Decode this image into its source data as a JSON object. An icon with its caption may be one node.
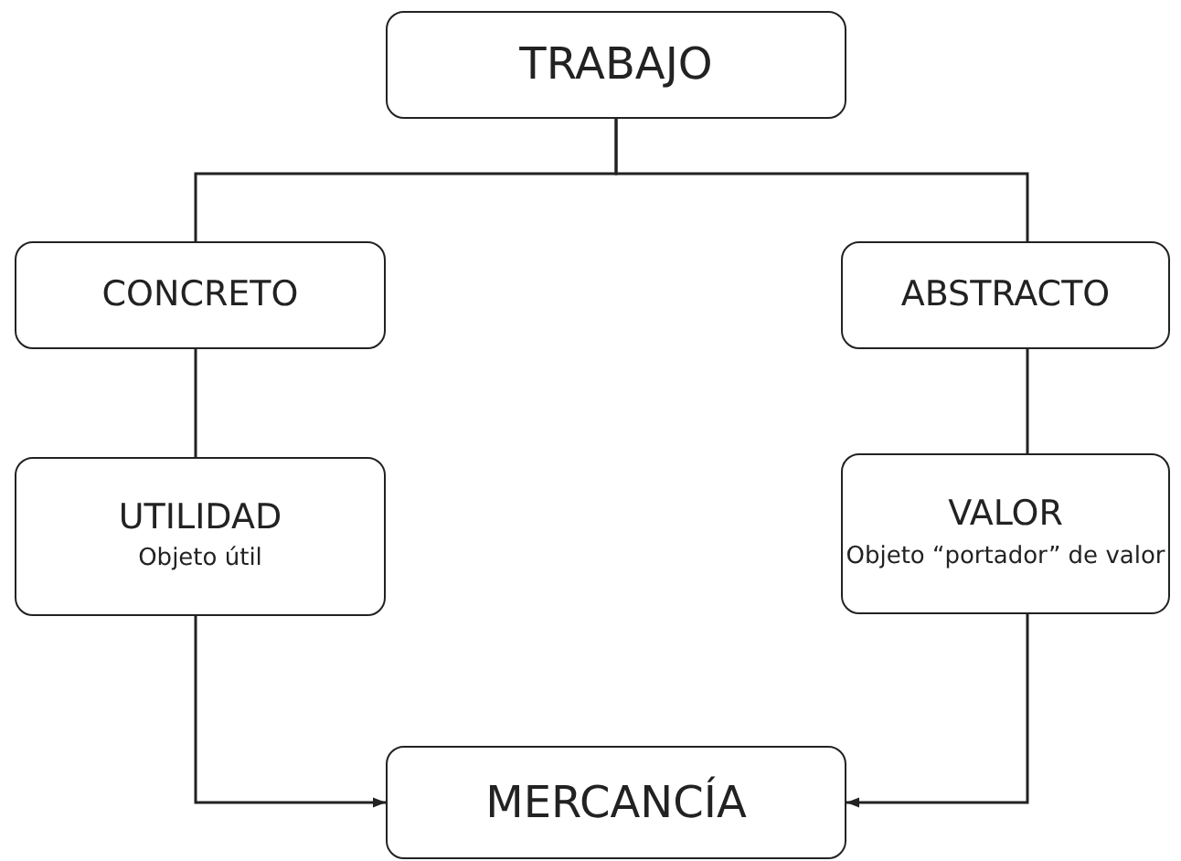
{
  "diagram": {
    "nodes": [
      {
        "text": [
          "TRABAJO"
        ]
      },
      {
        "text": [
          "CONCRETO"
        ]
      },
      {
        "text": [
          "ABSTRACTO"
        ]
      },
      {
        "text": [
          "UTILIDAD",
          "Objeto útil"
        ]
      },
      {
        "text": [
          "VALOR",
          "Objeto “portador” de valor"
        ]
      },
      {
        "text": [
          "MERCANCÍA"
        ]
      }
    ],
    "edges": [
      {
        "from": 0,
        "to": 1,
        "arrow": "none"
      },
      {
        "from": 0,
        "to": 2,
        "arrow": "none"
      },
      {
        "from": 1,
        "to": 3,
        "arrow": "none"
      },
      {
        "from": 2,
        "to": 4,
        "arrow": "none"
      },
      {
        "from": 3,
        "to": 5,
        "arrow": "to"
      },
      {
        "from": 4,
        "to": 5,
        "arrow": "to"
      }
    ]
  }
}
